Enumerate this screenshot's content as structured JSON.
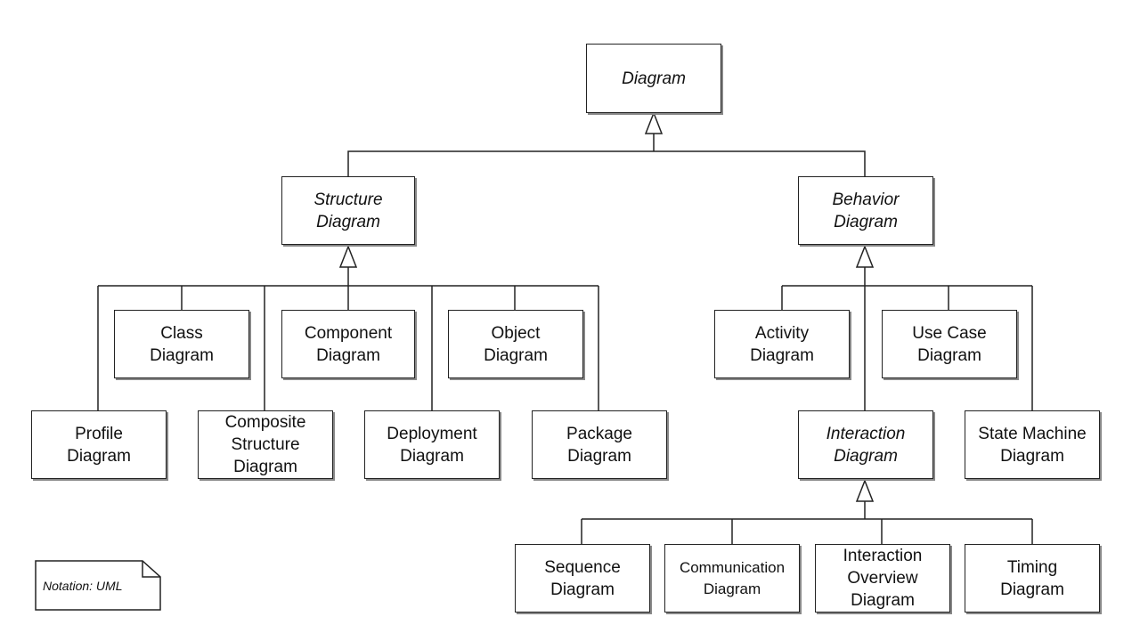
{
  "diagram": {
    "root": {
      "line1": "Diagram"
    },
    "structure": {
      "line1": "Structure",
      "line2": "Diagram"
    },
    "behavior": {
      "line1": "Behavior",
      "line2": "Diagram"
    },
    "class": {
      "line1": "Class",
      "line2": "Diagram"
    },
    "component": {
      "line1": "Component",
      "line2": "Diagram"
    },
    "object": {
      "line1": "Object",
      "line2": "Diagram"
    },
    "profile": {
      "line1": "Profile",
      "line2": "Diagram"
    },
    "composite": {
      "line1": "Composite",
      "line2": "Structure",
      "line3": "Diagram"
    },
    "deployment": {
      "line1": "Deployment",
      "line2": "Diagram"
    },
    "package": {
      "line1": "Package",
      "line2": "Diagram"
    },
    "activity": {
      "line1": "Activity",
      "line2": "Diagram"
    },
    "usecase": {
      "line1": "Use Case",
      "line2": "Diagram"
    },
    "interaction": {
      "line1": "Interaction",
      "line2": "Diagram"
    },
    "statemachine": {
      "line1": "State Machine",
      "line2": "Diagram"
    },
    "sequence": {
      "line1": "Sequence",
      "line2": "Diagram"
    },
    "communication": {
      "line1": "Communication",
      "line2": "Diagram"
    },
    "overview": {
      "line1": "Interaction",
      "line2": "Overview",
      "line3": "Diagram"
    },
    "timing": {
      "line1": "Timing",
      "line2": "Diagram"
    }
  },
  "note": {
    "text": "Notation: UML"
  }
}
